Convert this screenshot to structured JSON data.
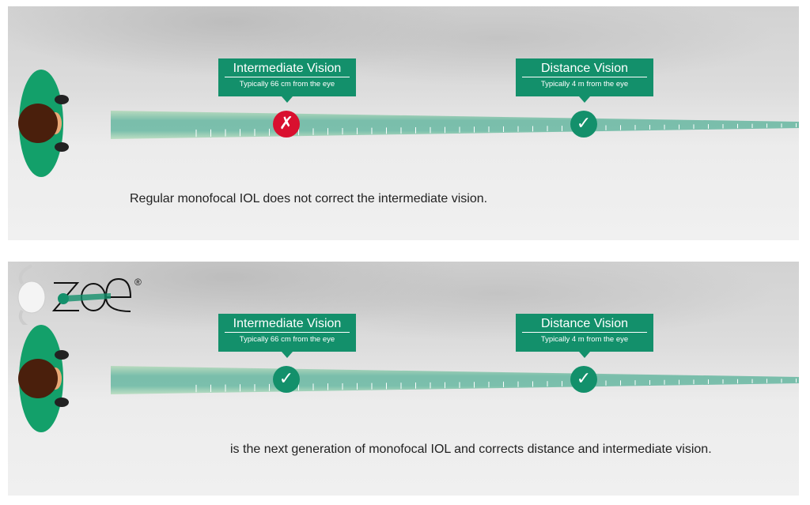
{
  "panels": [
    {
      "intermediate": {
        "title": "Intermediate Vision",
        "subtitle": "Typically 66 cm from the eye",
        "status": "✗"
      },
      "distance": {
        "title": "Distance Vision",
        "subtitle": "Typically 4 m from the eye",
        "status": "✓"
      },
      "caption": "Regular monofocal IOL does not correct the intermediate vision."
    },
    {
      "intermediate": {
        "title": "Intermediate Vision",
        "subtitle": "Typically 66 cm from the eye",
        "status": "✓"
      },
      "distance": {
        "title": "Distance Vision",
        "subtitle": "Typically 4 m from the eye",
        "status": "✓"
      },
      "logo": "zoe®",
      "caption": "is the next generation of monofocal IOL and corrects distance and intermediate vision."
    }
  ],
  "colors": {
    "green": "#13906b",
    "red": "#d9102f"
  }
}
